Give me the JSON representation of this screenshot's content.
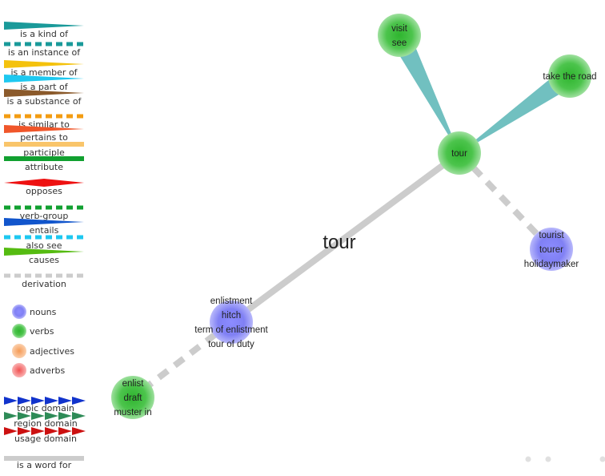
{
  "title": "tour",
  "legend": {
    "relations": [
      {
        "key": "kind_of",
        "label": "is a kind of",
        "color": "#1a9a9a",
        "style": "wedge"
      },
      {
        "key": "instance_of",
        "label": "is an instance of",
        "color": "#1a9a9a",
        "style": "dashed"
      },
      {
        "key": "member_of",
        "label": "is a member of",
        "color": "#f4c20d",
        "style": "wedge"
      },
      {
        "key": "part_of",
        "label": "is a part of",
        "color": "#1ec8f0",
        "style": "wedge"
      },
      {
        "key": "substance_of",
        "label": "is a substance of",
        "color": "#8b5a2b",
        "style": "wedge"
      },
      {
        "key": "similar_to",
        "label": "is similar to",
        "color": "#f39c12",
        "style": "dashed"
      },
      {
        "key": "pertains_to",
        "label": "pertains to",
        "color": "#f0562a",
        "style": "wedge"
      },
      {
        "key": "participle",
        "label": "participle",
        "color": "#f9c56a",
        "style": "line"
      },
      {
        "key": "attribute",
        "label": "attribute",
        "color": "#11a030",
        "style": "line"
      },
      {
        "key": "opposes",
        "label": "opposes",
        "color": "#ee1111",
        "style": "diamond"
      },
      {
        "key": "verb_group",
        "label": "verb-group",
        "color": "#11a030",
        "style": "dashed"
      },
      {
        "key": "entails",
        "label": "entails",
        "color": "#1155cc",
        "style": "wedge"
      },
      {
        "key": "also_see",
        "label": "also see",
        "color": "#1ec8f0",
        "style": "dashed"
      },
      {
        "key": "causes",
        "label": "causes",
        "color": "#55bb11",
        "style": "wedge"
      },
      {
        "key": "derivation",
        "label": "derivation",
        "color": "#cccccc",
        "style": "dashed"
      }
    ],
    "pos": [
      {
        "key": "noun",
        "label": "nouns",
        "color": "#7b7bf5"
      },
      {
        "key": "verb",
        "label": "verbs",
        "color": "#44c044"
      },
      {
        "key": "adj",
        "label": "adjectives",
        "color": "#f7a86a"
      },
      {
        "key": "adv",
        "label": "adverbs",
        "color": "#f56a6a"
      }
    ],
    "domains": [
      {
        "key": "topic",
        "label": "topic domain",
        "color": "#1133cc"
      },
      {
        "key": "region",
        "label": "region domain",
        "color": "#2e8b57"
      },
      {
        "key": "usage",
        "label": "usage domain",
        "color": "#cc1111"
      }
    ],
    "word_for": {
      "label": "is a word for",
      "color": "#cccccc"
    }
  },
  "nodes": [
    {
      "id": "tour_v",
      "pos": "verb",
      "words": [
        "tour"
      ]
    },
    {
      "id": "visit_v",
      "pos": "verb",
      "words": [
        "visit",
        "see"
      ]
    },
    {
      "id": "road_v",
      "pos": "verb",
      "words": [
        "take the road"
      ]
    },
    {
      "id": "tourist_n",
      "pos": "noun",
      "words": [
        "tourist",
        "tourer",
        "holidaymaker"
      ]
    },
    {
      "id": "hitch_n",
      "pos": "noun",
      "words": [
        "enlistment",
        "hitch",
        "term of enlistment",
        "tour of duty"
      ]
    },
    {
      "id": "enlist_v",
      "pos": "verb",
      "words": [
        "enlist",
        "draft",
        "muster in"
      ]
    }
  ],
  "edges": [
    {
      "from": "tour_v",
      "to": "visit_v",
      "rel": "kind_of"
    },
    {
      "from": "tour_v",
      "to": "road_v",
      "rel": "kind_of"
    },
    {
      "from": "tour_v",
      "to": "tourist_n",
      "rel": "derivation"
    },
    {
      "from": "tour_v",
      "to": "hitch_n",
      "rel": "word_for"
    },
    {
      "from": "hitch_n",
      "to": "enlist_v",
      "rel": "derivation"
    }
  ]
}
